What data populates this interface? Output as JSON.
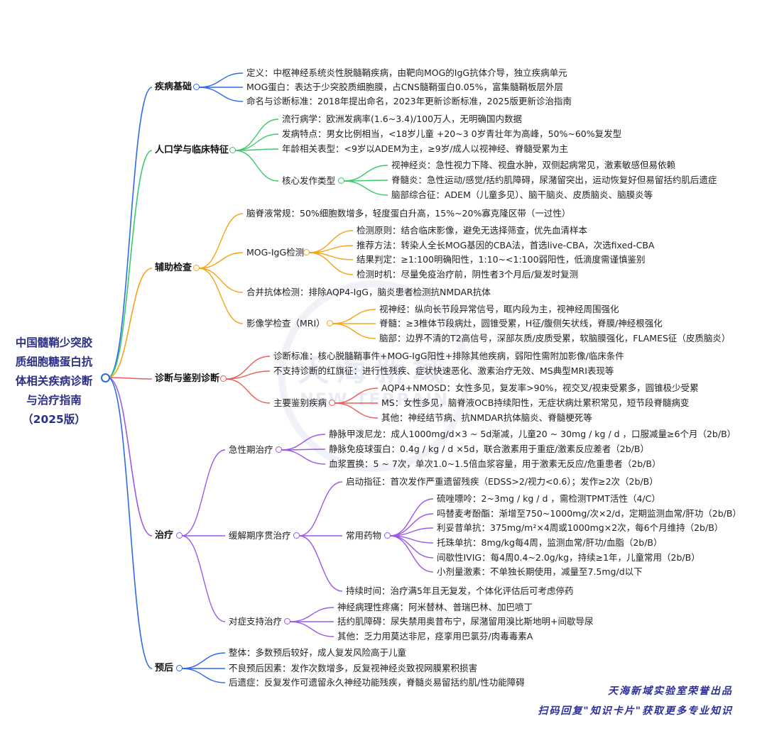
{
  "title_lines": [
    "中国髓鞘少突胶",
    "质细胞糖蛋白抗",
    "体相关疾病诊断",
    "与治疗指南",
    "（2025版）"
  ],
  "colors": {
    "root": "#2b2f86",
    "basics": "#2f6be6",
    "demographics": "#3cc96a",
    "exams": "#f5a31a",
    "diagnosis": "#ef5b5b",
    "treatment": "#9b59e6",
    "prognosis": "#2f6be6"
  },
  "branches": [
    {
      "label": "疾病基础",
      "children": [
        {
          "label": "定义：中枢神经系统炎性脱髓鞘疾病，由靶向MOG的IgG抗体介导，独立疾病单元"
        },
        {
          "label": "MOG蛋白：表达于少突胶质细胞膜，占CNS髓鞘蛋白0.05%，富集髓鞘板层外层"
        },
        {
          "label": "命名与诊断标准：2018年提出命名，2023年更新诊断标准，2025版更新诊治指南"
        }
      ]
    },
    {
      "label": "人口学与临床特征",
      "children": [
        {
          "label": "流行病学：欧洲发病率(1.6~3.4)/100万人，无明确国内数据"
        },
        {
          "label": "发病特点：男女比例相当，<18岁儿童 +20~3 0岁青壮年为高峰，50%~60%复发型"
        },
        {
          "label": "年龄相关表型：<9岁以ADEM为主，≥9岁/成人以视神经、脊髓受累为主"
        },
        {
          "label": "核心发作类型",
          "children": [
            {
              "label": "视神经炎：急性视力下降、视盘水肿，双侧起病常见，激素敏感但易依赖"
            },
            {
              "label": "脊髓炎：急性运动/感觉/括约肌障碍，尿潴留突出，运动恢复好但易留括约肌后遗症"
            },
            {
              "label": "脑部综合征：ADEM（儿童多见）、脑干脑炎、皮质脑炎、脑膜炎等"
            }
          ]
        }
      ]
    },
    {
      "label": "辅助检查",
      "children": [
        {
          "label": "脑脊液常规：50%细胞数增多，轻度蛋白升高，15%~20%寡克隆区带（一过性）"
        },
        {
          "label": "MOG-IgG检测",
          "children": [
            {
              "label": "检测原则：结合临床影像，避免无选择筛查，优先血清样本"
            },
            {
              "label": "推荐方法：转染人全长MOG基因的CBA法，首选live-CBA，次选fixed-CBA"
            },
            {
              "label": "结果判定：≥1:100明确阳性，1:10~<1:100弱阳性，低滴度需谨慎鉴别"
            },
            {
              "label": "检测时机：尽量免疫治疗前，阴性者3个月后/复发时复测"
            }
          ]
        },
        {
          "label": "合并抗体检测：排除AQP4-IgG，脑炎患者检测抗NMDAR抗体"
        },
        {
          "label": "影像学检查（MRI）",
          "children": [
            {
              "label": "视神经：纵向长节段异常信号，眶内段为主，视神经周围强化"
            },
            {
              "label": "脊髓：≥3椎体节段病灶，圆锥受累，H征/腹侧矢状线，脊膜/神经根强化"
            },
            {
              "label": "脑部：边界不清的T2高信号，深部灰质/皮质受累，软脑膜强化，FLAMES征（皮质脑炎）"
            }
          ]
        }
      ]
    },
    {
      "label": "诊断与鉴别诊断",
      "children": [
        {
          "label": "诊断标准：核心脱髓鞘事件+MOG-IgG阳性+排除其他疾病，弱阳性需附加影像/临床条件"
        },
        {
          "label": "不支持诊断的红旗征：进行性残疾、症状快速恶化、激素治疗无效、MS典型MRI表现等"
        },
        {
          "label": "主要鉴别疾病",
          "children": [
            {
              "label": "AQP4+NMOSD：女性多见，复发率>90%，视交叉/视束受累多，圆锥极少受累"
            },
            {
              "label": "MS：女性多见，脑脊液OCB持续阳性，无症状病灶累积常见，短节段脊髓病变"
            },
            {
              "label": "其他：神经结节病、抗NMDAR抗体脑炎、脊髓梗死等"
            }
          ]
        }
      ]
    },
    {
      "label": "治疗",
      "children": [
        {
          "label": "急性期治疗",
          "children": [
            {
              "label": "静脉甲泼尼龙：成人1000mg/d×3 ~ 5d渐减，儿童20 ~ 30mg / kg / d  ，口服减量≥6个月（2b/B）"
            },
            {
              "label": "静脉免疫球蛋白：0.4g / kg / d ×5d，联合激素用于重症/激素反应差者（2b/B）"
            },
            {
              "label": "血浆置换：5 ~ 7次，单次1.0~1.5倍血浆容量，用于激素无反应/危重患者（2b/B）"
            }
          ]
        },
        {
          "label": "缓解期序贯治疗",
          "children": [
            {
              "label": "启动指征：首次发作严重遗留残疾（EDSS>2/视力<0.6）；发作≥2次（2b/B）"
            },
            {
              "label": "常用药物",
              "children": [
                {
                  "label": "硫唑嘌呤：2~3mg / kg / d  ，需检测TPMT活性（4/C）"
                },
                {
                  "label": "吗替麦考酚酯：渐增至750~1000mg/次×2/d，定期监测血常/肝功（2b/B）"
                },
                {
                  "label": "利妥昔单抗：375mg/m²×4周或1000mg×2次，每6个月维持（2b/B）"
                },
                {
                  "label": "托珠单抗：8mg/kg每4周，监测血常/肝功/血脂（2b/B）"
                },
                {
                  "label": "间歇性IVIG：每4周0.4~2.0g/kg，持续≥1年，儿童常用（2b/B）"
                },
                {
                  "label": "小剂量激素：不单独长期使用，减量至7.5mg/d以下"
                }
              ]
            },
            {
              "label": "持续时间：治疗满5年且无复发，个体化评估后可考虑停药"
            }
          ]
        },
        {
          "label": "对症支持治疗",
          "children": [
            {
              "label": "神经病理性疼痛：阿米替林、普瑞巴林、加巴喷丁"
            },
            {
              "label": "括约肌障碍：尿失禁用奥昔布宁，尿潴留用溴比斯地明+间歇导尿"
            },
            {
              "label": "其他：乏力用莫达非尼，痉挛用巴氯芬/肉毒毒素A"
            }
          ]
        }
      ]
    },
    {
      "label": "预后",
      "children": [
        {
          "label": "整体：多数预后较好，成人复发风险高于儿童"
        },
        {
          "label": "不良预后因素：发作次数增多，反复视神经炎致视网膜累积损害"
        },
        {
          "label": "后遗症：反复发作可遗留永久神经功能残疾，脊髓炎易留括约肌/性功能障碍"
        }
      ]
    }
  ],
  "watermark": {
    "cn": "天海新域",
    "en": "NEW TERRAIN"
  },
  "footer": {
    "line1": "天海新域实验室荣誉出品",
    "line2": "扫码回复\"知识卡片\"获取更多专业知识"
  }
}
